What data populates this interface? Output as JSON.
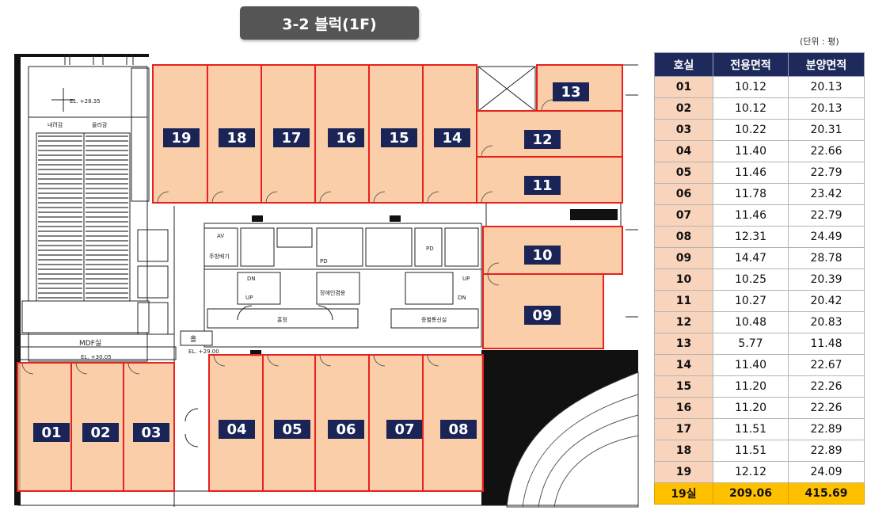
{
  "title": "3-2 블럭(1F)",
  "unit_note": "(단위 : 평)",
  "colors": {
    "unit_fill": "#f9c69a",
    "unit_border": "#e8201e",
    "label_bg": "#1a2456",
    "header_bg": "#1f2a5c",
    "room_cell": "#f8d4bd",
    "total_bg": "#ffc000"
  },
  "plan_labels": {
    "el_top": "EL. +28.35",
    "down": "내려감",
    "up": "올라감",
    "mdf": "MDF실",
    "el_mdf": "EL. +30.05",
    "hall": "홀",
    "el_hall": "EL. +29.00",
    "av": "AV",
    "pantry": "주방배기",
    "pd1": "PD",
    "pd2": "PD",
    "lobby": "홍정",
    "safety": "증별통신실",
    "dn1": "DN",
    "up1": "UP",
    "dn2": "DN",
    "up2": "UP",
    "disabled": "장애인겸용"
  },
  "units": [
    {
      "no": "19"
    },
    {
      "no": "18"
    },
    {
      "no": "17"
    },
    {
      "no": "16"
    },
    {
      "no": "15"
    },
    {
      "no": "14"
    },
    {
      "no": "13"
    },
    {
      "no": "12"
    },
    {
      "no": "11"
    },
    {
      "no": "10"
    },
    {
      "no": "09"
    },
    {
      "no": "01"
    },
    {
      "no": "02"
    },
    {
      "no": "03"
    },
    {
      "no": "04"
    },
    {
      "no": "05"
    },
    {
      "no": "06"
    },
    {
      "no": "07"
    },
    {
      "no": "08"
    }
  ],
  "table": {
    "headers": [
      "호실",
      "전용면적",
      "분양면적"
    ],
    "rows": [
      [
        "01",
        "10.12",
        "20.13"
      ],
      [
        "02",
        "10.12",
        "20.13"
      ],
      [
        "03",
        "10.22",
        "20.31"
      ],
      [
        "04",
        "11.40",
        "22.66"
      ],
      [
        "05",
        "11.46",
        "22.79"
      ],
      [
        "06",
        "11.78",
        "23.42"
      ],
      [
        "07",
        "11.46",
        "22.79"
      ],
      [
        "08",
        "12.31",
        "24.49"
      ],
      [
        "09",
        "14.47",
        "28.78"
      ],
      [
        "10",
        "10.25",
        "20.39"
      ],
      [
        "11",
        "10.27",
        "20.42"
      ],
      [
        "12",
        "10.48",
        "20.83"
      ],
      [
        "13",
        "5.77",
        "11.48"
      ],
      [
        "14",
        "11.40",
        "22.67"
      ],
      [
        "15",
        "11.20",
        "22.26"
      ],
      [
        "16",
        "11.20",
        "22.26"
      ],
      [
        "17",
        "11.51",
        "22.89"
      ],
      [
        "18",
        "11.51",
        "22.89"
      ],
      [
        "19",
        "12.12",
        "24.09"
      ]
    ],
    "total": [
      "19실",
      "209.06",
      "415.69"
    ]
  }
}
